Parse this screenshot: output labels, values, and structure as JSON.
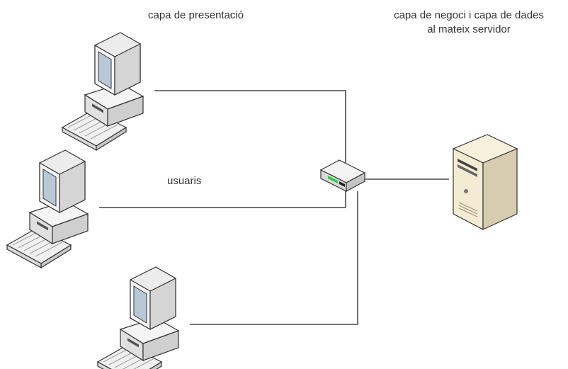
{
  "labels": {
    "presentation": "capa de presentació",
    "server_line1": "capa de negoci i capa de dades",
    "server_line2": "al mateix servidor",
    "users": "usuaris"
  },
  "icons": {
    "client": "desktop-computer-icon",
    "hub": "network-switch-icon",
    "server": "tower-server-icon"
  },
  "colors": {
    "line": "#222222",
    "monitor_body": "#f2f2f2",
    "screen": "#b9c8d6",
    "server_body": "#f4ebd3",
    "hub_led": "#2ecc40"
  }
}
